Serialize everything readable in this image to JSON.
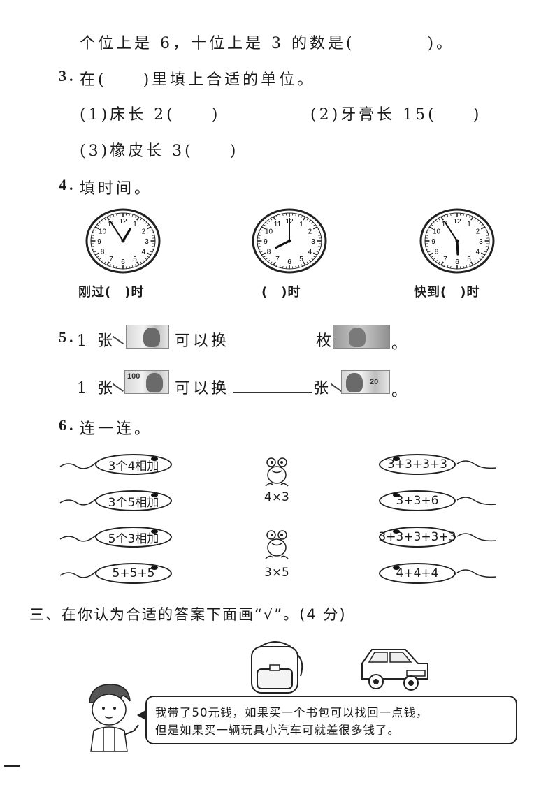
{
  "q2_line": "个位上是 6，十位上是 3 的数是(　　　　)。",
  "q3": {
    "number": "3.",
    "prompt": "在(　　)里填上合适的单位。",
    "items": [
      "(1)床长 2(　　)",
      "(2)牙膏长 15(　　)",
      "(3)橡皮长 3(　　)"
    ]
  },
  "q4": {
    "number": "4.",
    "prompt": "填时间。",
    "clock_captions": [
      "刚过(　)时",
      "(　)时",
      "快到(　)时"
    ],
    "clocks": [
      {
        "hour": 12,
        "minute": 55
      },
      {
        "hour": 8,
        "minute": 0
      },
      {
        "hour": 5,
        "minute": 55
      }
    ],
    "dial_numbers": [
      "12",
      "1",
      "2",
      "3",
      "4",
      "5",
      "6",
      "7",
      "8",
      "9",
      "10",
      "11"
    ]
  },
  "q5": {
    "number": "5.",
    "line1": {
      "pre": "1 张",
      "mid": "可以换",
      "post": "枚",
      "end": "。"
    },
    "line2": {
      "pre": "1 张",
      "mid": "可以换",
      "post": "张",
      "end": "。"
    },
    "bill_amounts": [
      "100",
      "20"
    ]
  },
  "q6": {
    "number": "6.",
    "prompt": "连一连。",
    "left": [
      "3个4相加",
      "3个5相加",
      "5个3相加",
      "5+5+5"
    ],
    "middle": [
      "4×3",
      "3×5"
    ],
    "right": [
      "3+3+3+3",
      "3+3+6",
      "3+3+3+3+3",
      "4+4+4"
    ]
  },
  "section3": {
    "title": "三、在你认为合适的答案下面画“√”。(4 分)",
    "speech": [
      "我带了50元钱，如果买一个书包可以找回一点钱，",
      "但是如果买一辆玩具小汽车可就差很多钱了。"
    ]
  },
  "colors": {
    "ink": "#1a1a1a",
    "paper": "#ffffff"
  }
}
